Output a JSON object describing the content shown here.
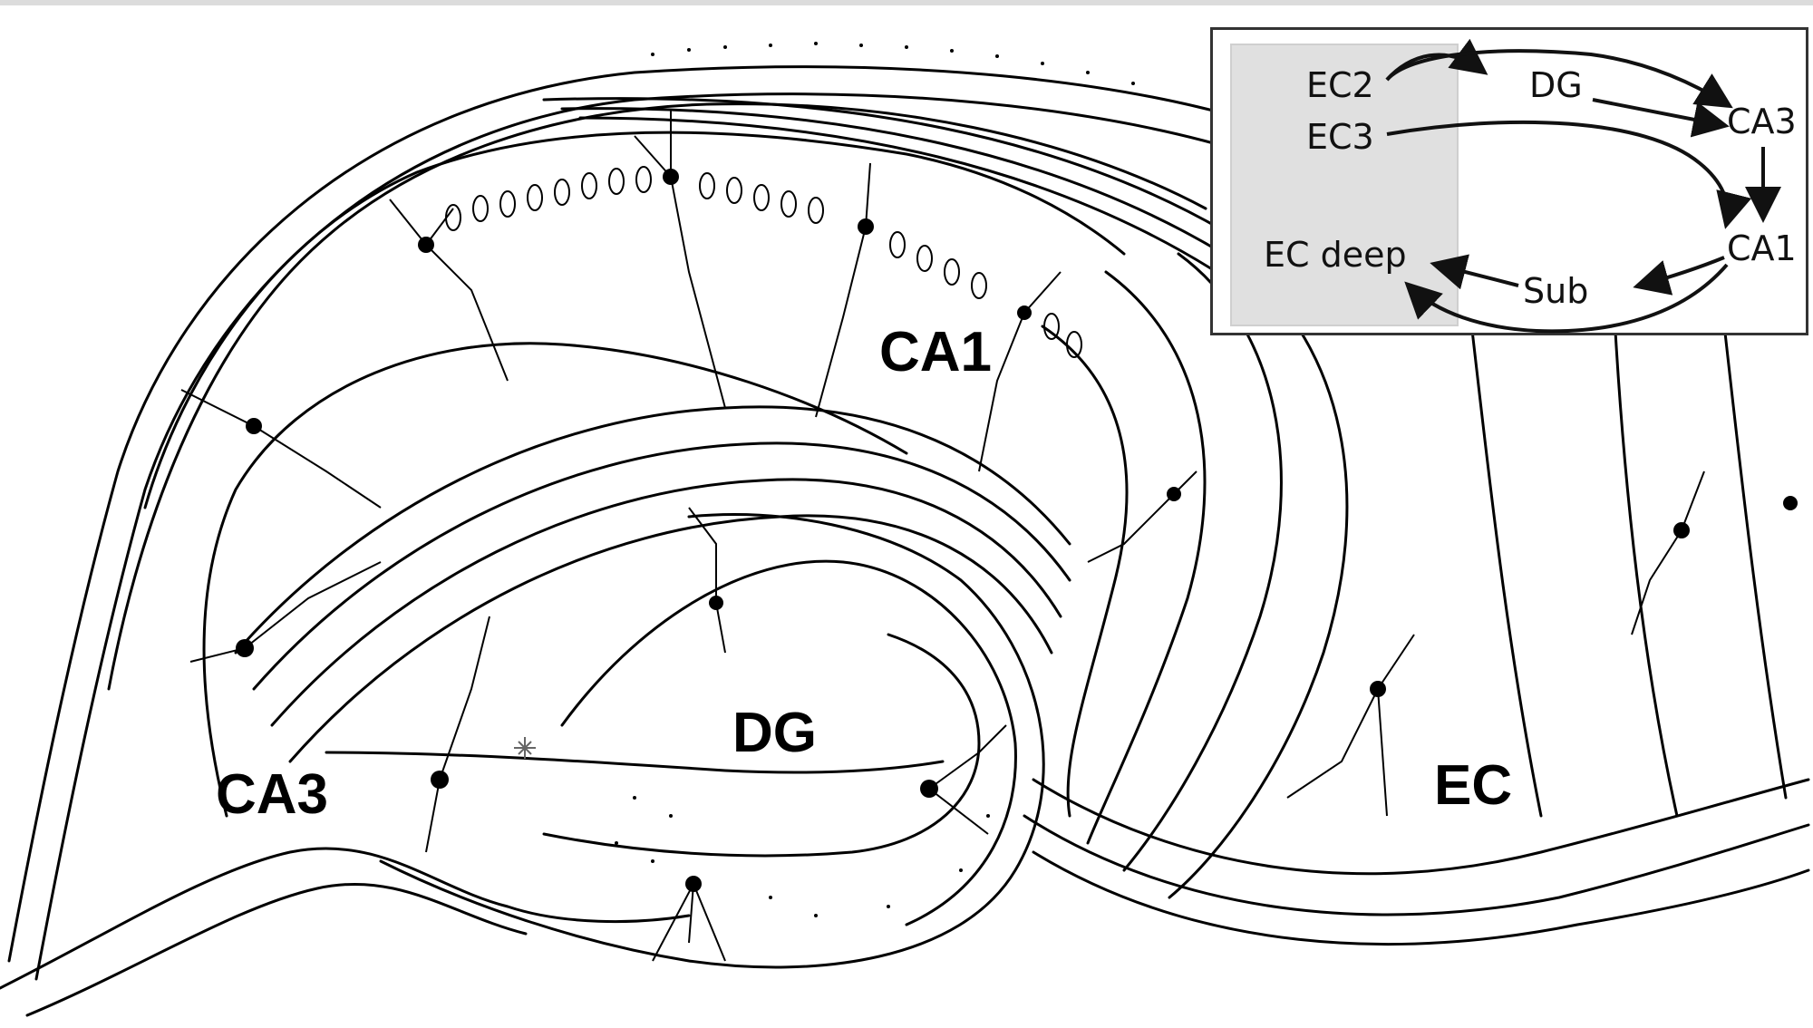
{
  "regions": {
    "ca1": "CA1",
    "ca3": "CA3",
    "dg": "DG",
    "ec": "EC"
  },
  "inset": {
    "nodes": {
      "ec2": "EC2",
      "ec3": "EC3",
      "dg": "DG",
      "ca3": "CA3",
      "ca1": "CA1",
      "sub": "Sub",
      "ec_deep": "EC deep"
    },
    "edges": [
      [
        "EC2",
        "DG"
      ],
      [
        "EC2",
        "CA3"
      ],
      [
        "DG",
        "CA3"
      ],
      [
        "EC3",
        "CA1"
      ],
      [
        "CA3",
        "CA1"
      ],
      [
        "CA1",
        "Sub"
      ],
      [
        "Sub",
        "EC deep"
      ],
      [
        "CA1",
        "EC deep"
      ]
    ]
  },
  "colors": {
    "ink": "#000000",
    "inset_shade": "#e0e0e0",
    "inset_border": "#333333"
  }
}
